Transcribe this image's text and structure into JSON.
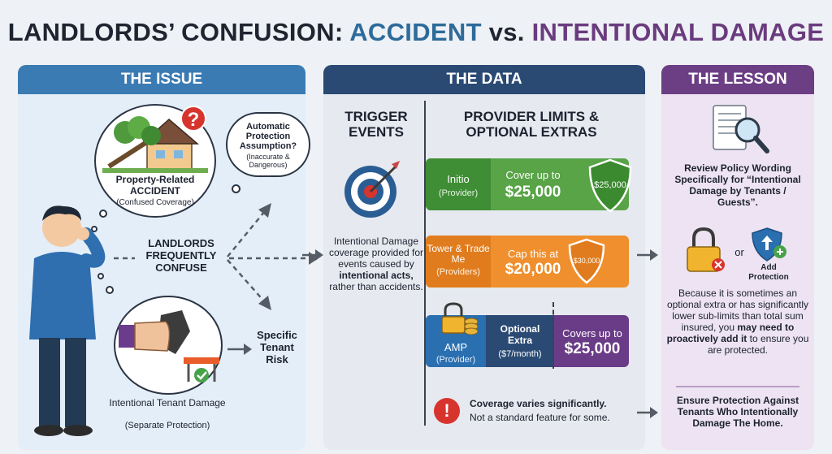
{
  "title": {
    "part1": "LANDLORDS’ CONFUSION: ",
    "part2": "ACCIDENT",
    "part3": " vs. ",
    "part4": "INTENTIONAL DAMAGE"
  },
  "issue": {
    "header": "THE ISSUE",
    "accident_title": "Property-Related",
    "accident_title2": "ACCIDENT",
    "accident_sub": "(Confused Coverage)",
    "assumption_title": "Automatic Protection Assumption?",
    "assumption_sub": "(Inaccurate & Dangerous)",
    "center_label": "LANDLORDS FREQUENTLY CONFUSE",
    "risk_label": "Specific Tenant Risk",
    "intentional_title": "Intentional Tenant Damage",
    "intentional_sub": "(Separate Protection)"
  },
  "data": {
    "header": "THE DATA",
    "trigger_title": "TRIGGER EVENTS",
    "trigger_text_1": "Intentional Damage coverage provided for events caused by",
    "trigger_text_bold": "intentional acts,",
    "trigger_text_2": "rather than accidents.",
    "limits_title": "PROVIDER LIMITS & OPTIONAL EXTRAS",
    "providers": [
      {
        "name": "Initio",
        "role": "(Provider)",
        "text": "Cover up to",
        "amount": "$25,000",
        "badge": "$25,000"
      },
      {
        "name": "Tower & Trade Me",
        "role": "(Providers)",
        "text": "Cap this at",
        "amount": "$20,000",
        "badge": "$30,000"
      },
      {
        "name": "AMP",
        "role": "(Provider)",
        "extra": "Optional Extra",
        "extra_price": "($7/month)",
        "text": "Covers up to",
        "amount": "$25,000"
      }
    ],
    "warning_bold": "Coverage varies significantly.",
    "warning_text": "Not a standard feature for some."
  },
  "lesson": {
    "header": "THE LESSON",
    "review_text": "Review Policy Wording Specifically for “Intentional Damage by Tenants / Guests”.",
    "or_label": "or",
    "add_label": "Add Protection",
    "body_1": "Because it is sometimes an optional extra or has significantly lower sub-limits than total sum insured, you",
    "body_bold": "may need to proactively add it",
    "body_2": "to ensure you are protected.",
    "ensure_text": "Ensure Protection Against Tenants Who Intentionally Damage The Home."
  },
  "colors": {
    "issue": "#3b7bb3",
    "data": "#2a4a74",
    "lesson": "#6c3e84",
    "green": "#58a447",
    "orange": "#ef8f2d",
    "purple": "#6a3b87"
  }
}
